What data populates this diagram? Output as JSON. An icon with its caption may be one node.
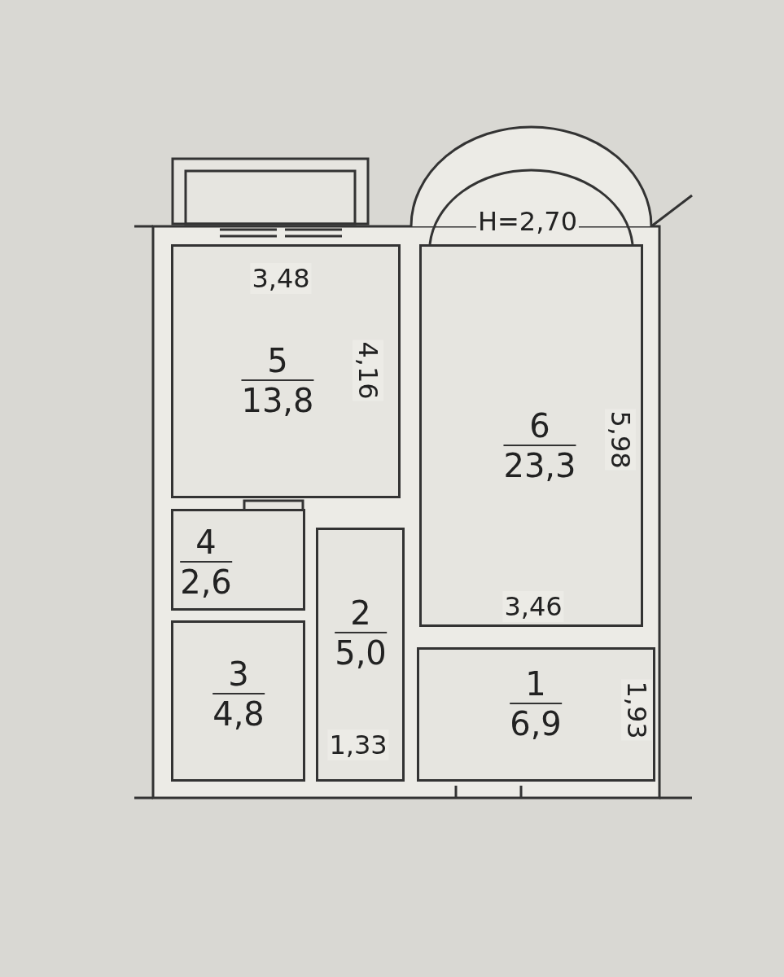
{
  "diagram": {
    "nodes": [
      {
        "text": [
          "5",
          "13,8"
        ]
      },
      {
        "text": [
          "6",
          "23,3"
        ]
      },
      {
        "text": [
          "4",
          "2,6"
        ]
      },
      {
        "text": [
          "2",
          "5,0"
        ]
      },
      {
        "text": [
          "3",
          "4,8"
        ]
      },
      {
        "text": [
          "1",
          "6,9"
        ]
      }
    ],
    "labels": [
      "H=2,70",
      "3,48",
      "4,16",
      "5,98",
      "3,46",
      "1,93",
      "1,33"
    ]
  }
}
